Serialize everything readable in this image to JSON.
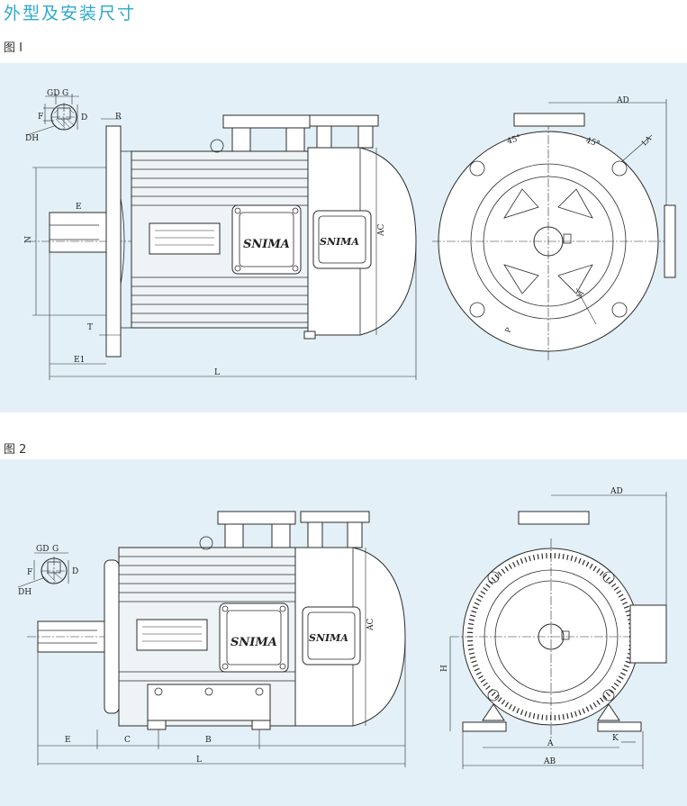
{
  "header": {
    "title": "外型及安装尺寸"
  },
  "figure1": {
    "caption": "图 I",
    "labels": {
      "GD": "GD",
      "G": "G",
      "F": "F",
      "D": "D",
      "DH": "DH",
      "R": "R",
      "E": "E",
      "N": "N",
      "T": "T",
      "E1": "E1",
      "L": "L",
      "AC": "AC",
      "AD": "AD",
      "angle_left": "45°",
      "angle_right": "45°",
      "LA": "LA",
      "M": "M",
      "P": "P"
    },
    "nameplate_brand": "SNIMA"
  },
  "figure2": {
    "caption": "图 2",
    "labels": {
      "GD": "GD",
      "G": "G",
      "F": "F",
      "D": "D",
      "DH": "DH",
      "E": "E",
      "C": "C",
      "B": "B",
      "L": "L",
      "AC": "AC",
      "AD": "AD",
      "H": "H",
      "A": "A",
      "AB": "AB",
      "K": "K"
    },
    "nameplate_brand": "SNIMA"
  }
}
